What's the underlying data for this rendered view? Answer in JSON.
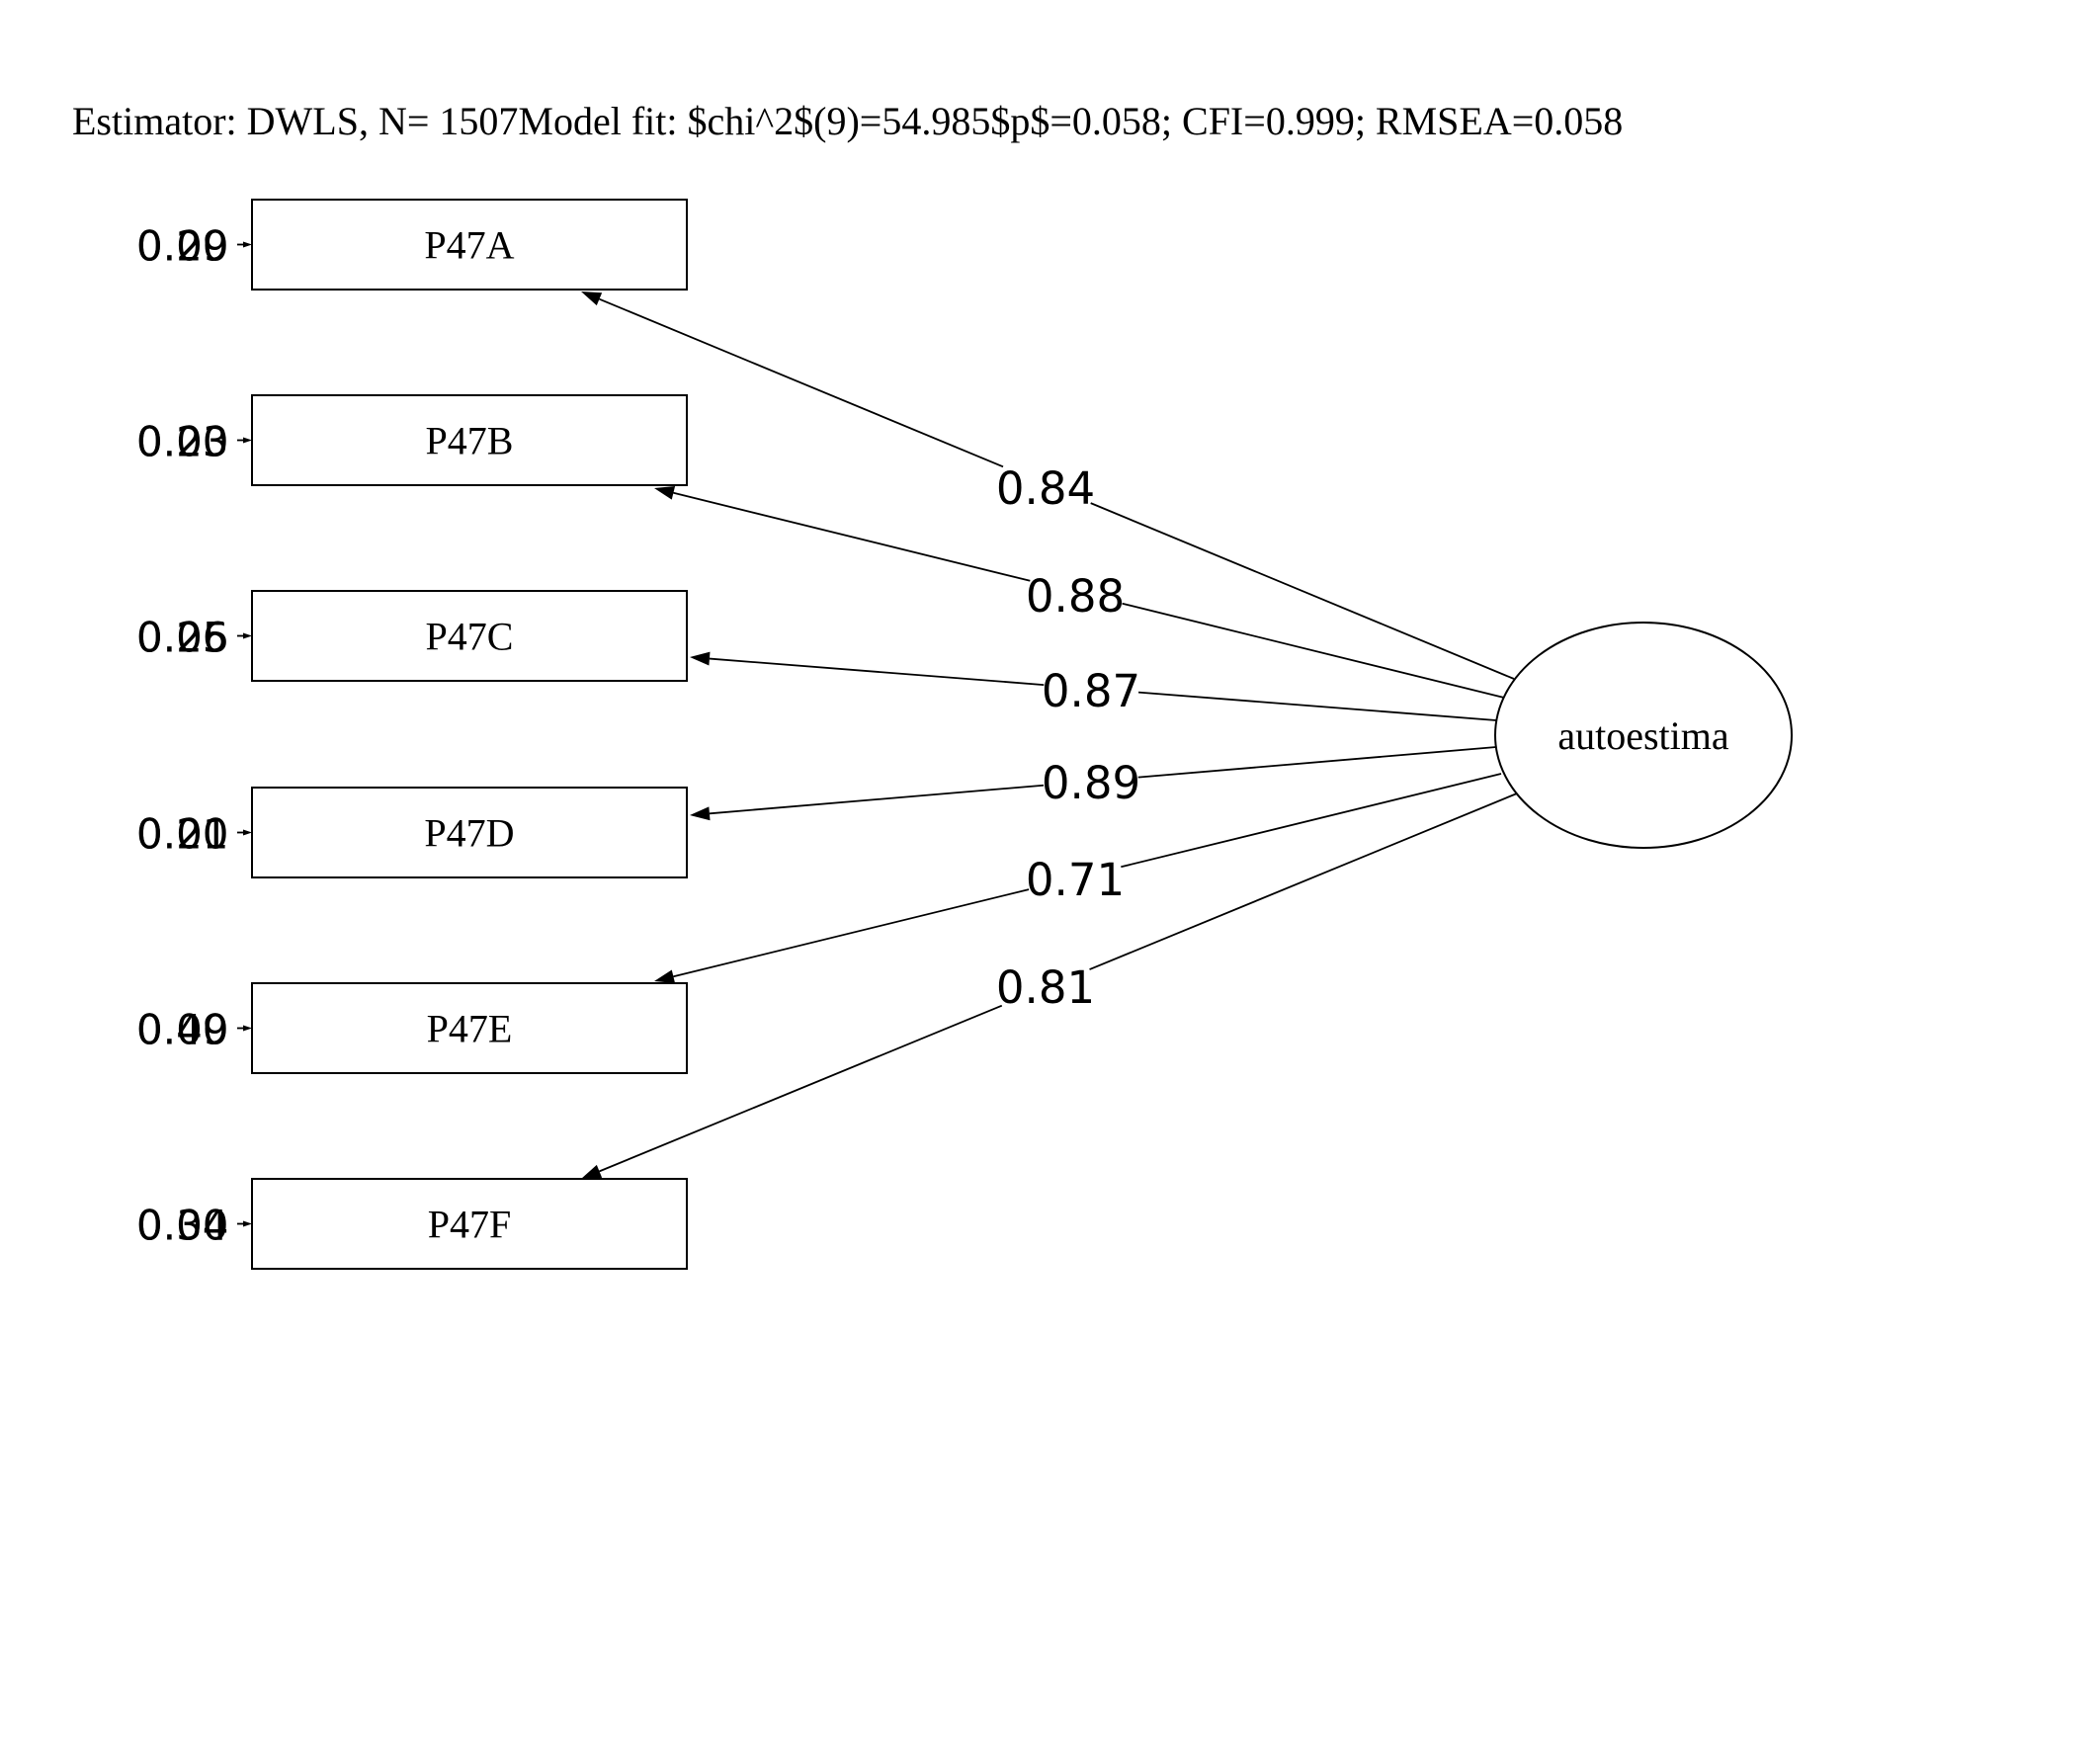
{
  "title": "Estimator: DWLS, N= 1507Model fit: $chi^2$(9)=54.985$p$=0.058; CFI=0.999; RMSEA=0.058",
  "latent": {
    "label": "autoestima"
  },
  "indicators": [
    {
      "id": "P47A",
      "label": "P47A",
      "loading": "0.84",
      "error_labels": [
        "0.29",
        "0.00"
      ]
    },
    {
      "id": "P47B",
      "label": "P47B",
      "loading": "0.88",
      "error_labels": [
        "0.23",
        "0.00"
      ]
    },
    {
      "id": "P47C",
      "label": "P47C",
      "loading": "0.87",
      "error_labels": [
        "0.25",
        "0.06"
      ]
    },
    {
      "id": "P47D",
      "label": "P47D",
      "loading": "0.89",
      "error_labels": [
        "0.21",
        "0.00"
      ]
    },
    {
      "id": "P47E",
      "label": "P47E",
      "loading": "0.71",
      "error_labels": [
        "0.49",
        "0.00"
      ]
    },
    {
      "id": "P47F",
      "label": "P47F",
      "loading": "0.81",
      "error_labels": [
        "0.34",
        "0.00"
      ]
    }
  ]
}
